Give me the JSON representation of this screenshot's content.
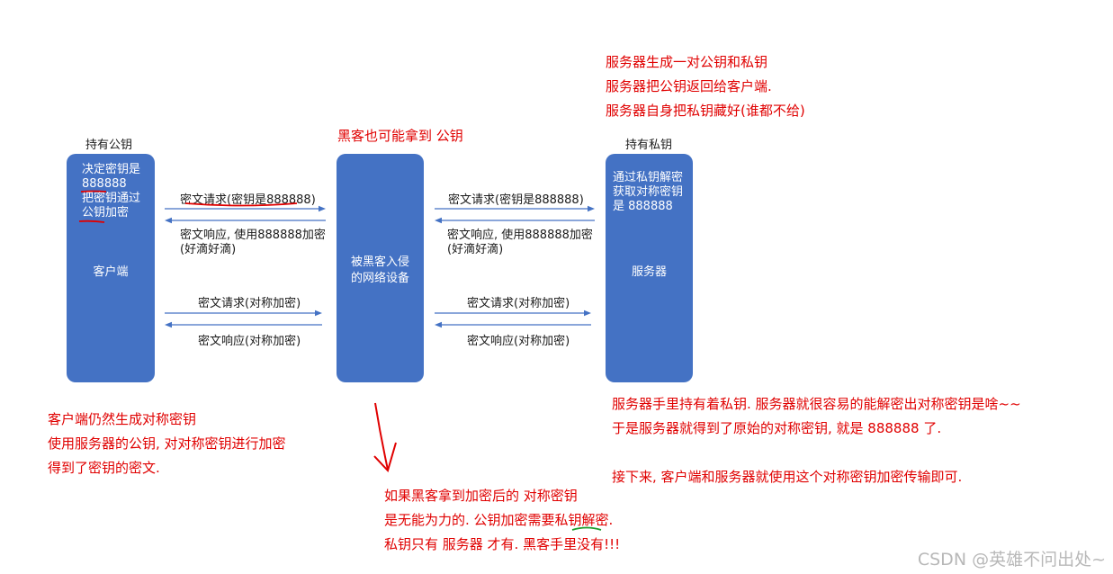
{
  "top_notes": [
    "服务器生成一对公钥和私钥",
    "服务器把公钥返回给客户端.",
    "服务器自身把私钥藏好(谁都不给)"
  ],
  "hacker_note": "黑客也可能拿到 公钥",
  "client": {
    "caption": "持有公钥",
    "note_lines": [
      "决定密钥是",
      "888888",
      "把密钥通过",
      "公钥加密"
    ],
    "label": "客户端"
  },
  "middle": {
    "label_lines": [
      "被黑客入侵",
      "的网络设备"
    ]
  },
  "server": {
    "caption": "持有私钥",
    "note_lines": [
      "通过私钥解密",
      "获取对称密钥",
      "是 888888"
    ],
    "label": "服务器"
  },
  "left_arrows": {
    "req1": "密文请求(密钥是888888)",
    "resp1": [
      "密文响应, 使用888888加密",
      "(好滴好滴)"
    ],
    "req2": "密文请求(对称加密)",
    "resp2": "密文响应(对称加密)"
  },
  "right_arrows": {
    "req1": "密文请求(密钥是888888)",
    "resp1": [
      "密文响应, 使用888888加密",
      "(好滴好滴)"
    ],
    "req2": "密文请求(对称加密)",
    "resp2": "密文响应(对称加密)"
  },
  "client_notes": [
    "客户端仍然生成对称密钥",
    "使用服务器的公钥, 对对称密钥进行加密",
    "得到了密钥的密文."
  ],
  "server_notes": [
    "服务器手里持有着私钥. 服务器就很容易的能解密出对称密钥是啥~~",
    "于是服务器就得到了原始的对称密钥, 就是 888888 了.",
    "",
    "接下来, 客户端和服务器就使用这个对称密钥加密传输即可."
  ],
  "hacker_notes": [
    "如果黑客拿到加密后的 对称密钥",
    "是无能为力的. 公钥加密需要私钥解密.",
    "私钥只有 服务器 才有. 黑客手里没有!!!"
  ],
  "watermark": "CSDN @英雄不问出处~",
  "colors": {
    "box": "#4472c4",
    "annotation": "#e00000",
    "ink_red": "#e00000",
    "ink_green": "#1a9e2c",
    "arrow": "#4472c4"
  }
}
